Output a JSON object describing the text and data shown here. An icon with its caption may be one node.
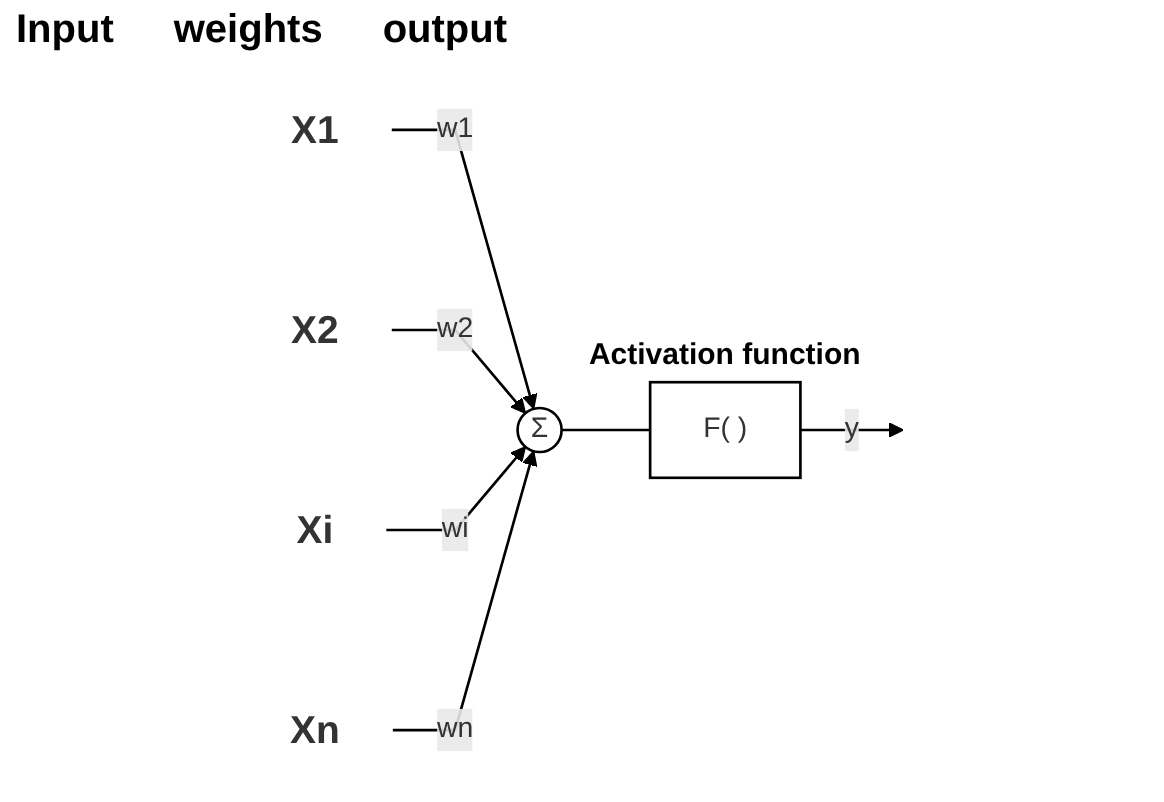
{
  "diagram": {
    "nodes": [
      {
        "text": [
          "X1"
        ]
      },
      {
        "text": [
          "X2"
        ]
      },
      {
        "text": [
          "Xi"
        ]
      },
      {
        "text": [
          "Xn"
        ]
      },
      {
        "text": [
          "Σ"
        ]
      },
      {
        "text": [
          "F( )"
        ],
        "beside": [
          "Activation function"
        ]
      }
    ],
    "edges": [
      {
        "from": 0,
        "to": 4,
        "arrow": "to",
        "label": "w1"
      },
      {
        "from": 1,
        "to": 4,
        "arrow": "to",
        "label": "w2"
      },
      {
        "from": 2,
        "to": 4,
        "arrow": "to",
        "label": "wi"
      },
      {
        "from": 3,
        "to": 4,
        "arrow": "to",
        "label": "wn"
      },
      {
        "from": 4,
        "to": 5,
        "arrow": "none"
      },
      {
        "from": 5,
        "to": null,
        "arrow": "to",
        "label": "y"
      }
    ],
    "labels": [
      "Input",
      "weights",
      "output"
    ]
  }
}
